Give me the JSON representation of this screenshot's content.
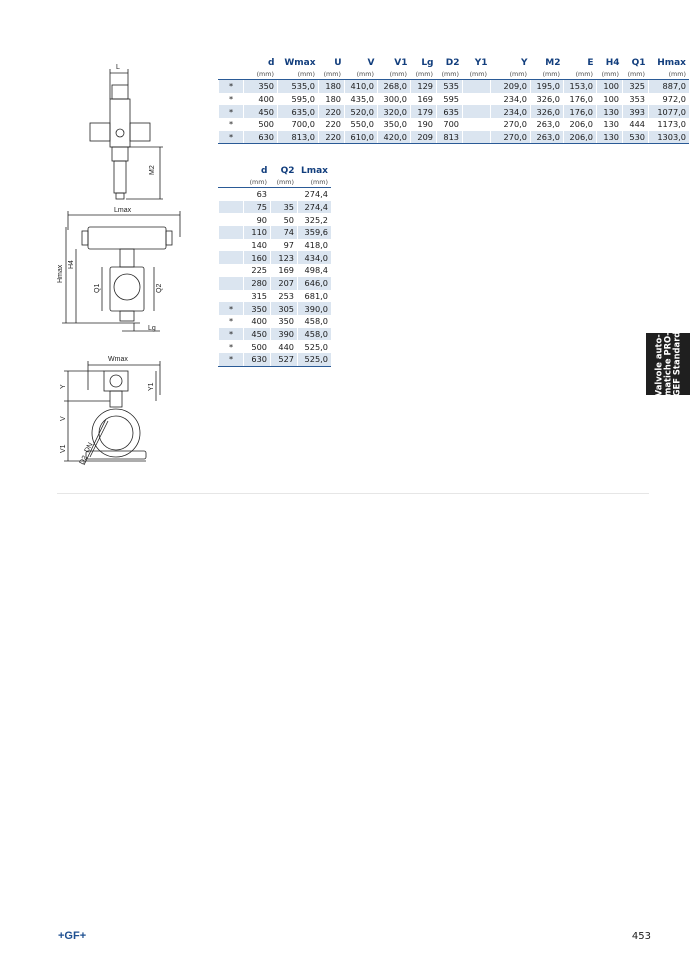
{
  "drawings": {
    "top": {
      "labels": [
        "L",
        "M2"
      ]
    },
    "middle": {
      "labels": [
        "Lmax",
        "Hmax",
        "H4",
        "Q1",
        "Q2",
        "Lg"
      ]
    },
    "bottom": {
      "labels": [
        "Wmax",
        "Y",
        "Y1",
        "V",
        "V1",
        "DN",
        "D2"
      ]
    }
  },
  "table1": {
    "headers": [
      "d",
      "Wmax",
      "U",
      "V",
      "V1",
      "Lg",
      "D2",
      "Y1",
      "Y",
      "M2",
      "E",
      "H4",
      "Q1",
      "Hmax"
    ],
    "units": [
      "(mm)",
      "(mm)",
      "(mm)",
      "(mm)",
      "(mm)",
      "(mm)",
      "(mm)",
      "(mm)",
      "(mm)",
      "(mm)",
      "(mm)",
      "(mm)",
      "(mm)",
      "(mm)"
    ],
    "rows": [
      [
        "*",
        "350",
        "535,0",
        "180",
        "410,0",
        "268,0",
        "129",
        "535",
        "",
        "209,0",
        "195,0",
        "153,0",
        "100",
        "325",
        "887,0"
      ],
      [
        "*",
        "400",
        "595,0",
        "180",
        "435,0",
        "300,0",
        "169",
        "595",
        "",
        "234,0",
        "326,0",
        "176,0",
        "100",
        "353",
        "972,0"
      ],
      [
        "*",
        "450",
        "635,0",
        "220",
        "520,0",
        "320,0",
        "179",
        "635",
        "",
        "234,0",
        "326,0",
        "176,0",
        "130",
        "393",
        "1077,0"
      ],
      [
        "*",
        "500",
        "700,0",
        "220",
        "550,0",
        "350,0",
        "190",
        "700",
        "",
        "270,0",
        "263,0",
        "206,0",
        "130",
        "444",
        "1173,0"
      ],
      [
        "*",
        "630",
        "813,0",
        "220",
        "610,0",
        "420,0",
        "209",
        "813",
        "",
        "270,0",
        "263,0",
        "206,0",
        "130",
        "530",
        "1303,0"
      ]
    ]
  },
  "table2": {
    "headers": [
      "d",
      "Q2",
      "Lmax"
    ],
    "units": [
      "(mm)",
      "(mm)",
      "(mm)"
    ],
    "rows": [
      [
        "",
        "63",
        "",
        "274,4"
      ],
      [
        "",
        "75",
        "35",
        "274,4"
      ],
      [
        "",
        "90",
        "50",
        "325,2"
      ],
      [
        "",
        "110",
        "74",
        "359,6"
      ],
      [
        "",
        "140",
        "97",
        "418,0"
      ],
      [
        "",
        "160",
        "123",
        "434,0"
      ],
      [
        "",
        "225",
        "169",
        "498,4"
      ],
      [
        "",
        "280",
        "207",
        "646,0"
      ],
      [
        "",
        "315",
        "253",
        "681,0"
      ],
      [
        "*",
        "350",
        "305",
        "390,0"
      ],
      [
        "*",
        "400",
        "350",
        "458,0"
      ],
      [
        "*",
        "450",
        "390",
        "458,0"
      ],
      [
        "*",
        "500",
        "440",
        "525,0"
      ],
      [
        "*",
        "630",
        "527",
        "525,0"
      ]
    ]
  },
  "side_tab": "Valvole auto-\nmatiche PRO-\nGEF Standard",
  "footer": {
    "logo": "+GF+",
    "page_number": "453"
  },
  "colors": {
    "header_blue": "#123e7d",
    "row_shade": "#dbe5f0",
    "rule_blue": "#2a5a96",
    "logo_blue": "#1d4f91",
    "side_tab_bg": "#1f1f1f"
  }
}
